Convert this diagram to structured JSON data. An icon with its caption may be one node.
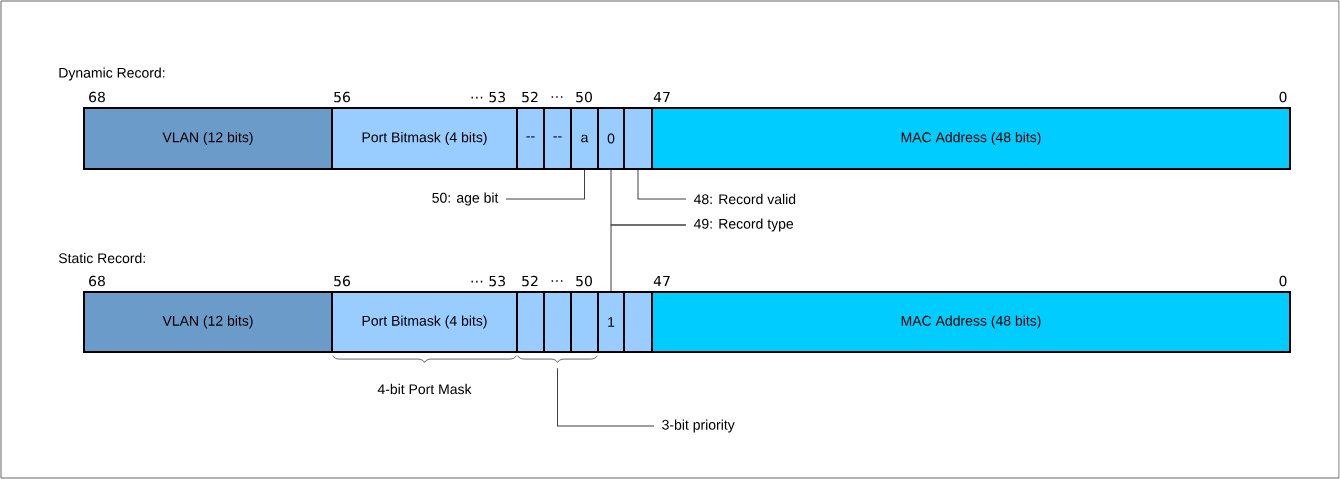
{
  "diagram": {
    "nodes": [
      {
        "text": [
          "VLAN (12 bits)"
        ]
      },
      {
        "text": [
          "Port Bitmask (4 bits)"
        ]
      },
      {
        "text": [
          "--"
        ]
      },
      {
        "text": [
          "--"
        ]
      },
      {
        "text": [
          "a"
        ]
      },
      {
        "text": [
          "0"
        ]
      },
      {
        "text": [],
        "shape": "box"
      },
      {
        "text": [
          "MAC Address (48 bits)"
        ]
      },
      {
        "text": [
          "50: age bit"
        ]
      },
      {
        "text": [
          "48: Record valid"
        ]
      },
      {
        "text": [
          "49: Record type"
        ]
      },
      {
        "text": [
          "VLAN (12 bits)"
        ]
      },
      {
        "text": [
          "Port Bitmask (4 bits)"
        ]
      },
      {
        "text": [],
        "shape": "box"
      },
      {
        "text": [],
        "shape": "box"
      },
      {
        "text": [],
        "shape": "box"
      },
      {
        "text": [
          "1"
        ]
      },
      {
        "text": [],
        "shape": "box"
      },
      {
        "text": [
          "MAC Address (48 bits)"
        ]
      },
      {
        "text": [
          "3-bit priority"
        ]
      },
      {
        "text": [],
        "shape": "brace",
        "beside": [
          "4-bit Port Mask"
        ]
      },
      {
        "text": [],
        "shape": "brace"
      }
    ],
    "edges": [
      {
        "from": 8,
        "to": 4,
        "arrow": "none"
      },
      {
        "from": 9,
        "to": 6,
        "arrow": "none"
      },
      {
        "from": 10,
        "to": 5,
        "arrow": "none"
      },
      {
        "from": 10,
        "to": 16,
        "arrow": "none"
      },
      {
        "from": 19,
        "to": 21,
        "arrow": "none"
      }
    ],
    "labels": [
      "Dynamic Record:",
      "68",
      "56",
      "⋯ 53",
      "52",
      "…",
      "50",
      "47",
      "0",
      "Static Record:",
      "68",
      "56",
      "⋯ 53",
      "52",
      "…",
      "50",
      "47",
      "0"
    ]
  }
}
